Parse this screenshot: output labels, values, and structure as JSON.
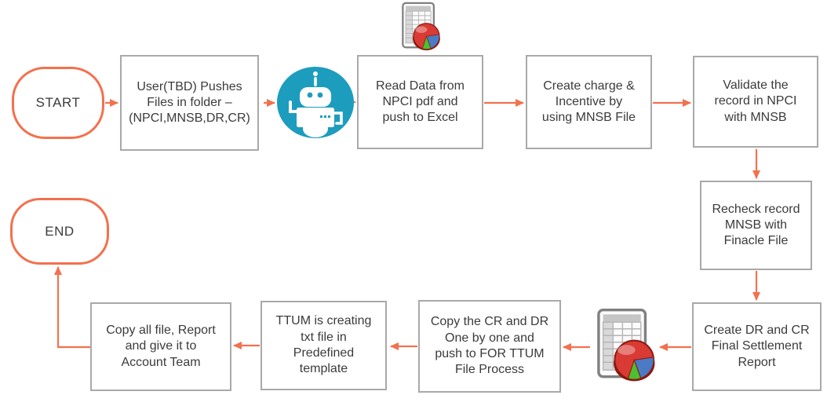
{
  "diagram": {
    "type": "flowchart",
    "terminals": {
      "start": "START",
      "end": "END"
    },
    "steps": [
      {
        "id": "push-files",
        "label": "User(TBD) Pushes\nFiles in folder –\n(NPCI,MNSB,DR,CR)"
      },
      {
        "id": "read-data",
        "label": "Read Data from\nNPCI pdf and\npush to Excel"
      },
      {
        "id": "create-charge",
        "label": "Create charge &\nIncentive by\nusing MNSB File"
      },
      {
        "id": "validate-record",
        "label": "Validate the\nrecord in NPCI\nwith MNSB"
      },
      {
        "id": "recheck-record",
        "label": "Recheck record\nMNSB  with\nFinacle File"
      },
      {
        "id": "create-report",
        "label": "Create DR and CR\nFinal Settlement\nReport"
      },
      {
        "id": "copy-cr-dr",
        "label": "Copy the CR and DR\nOne by one and\npush to FOR TTUM\nFile Process"
      },
      {
        "id": "ttum-txt",
        "label": "TTUM is creating\ntxt file in\nPredefined\ntemplate"
      },
      {
        "id": "copy-all-files",
        "label": "Copy all file, Report\nand give it to\nAccount Team"
      }
    ],
    "edges": [
      {
        "from": "START",
        "to": "push-files"
      },
      {
        "from": "push-files",
        "to": "robot-automation-icon"
      },
      {
        "from": "robot-automation-icon",
        "to": "read-data"
      },
      {
        "from": "read-data",
        "to": "create-charge"
      },
      {
        "from": "create-charge",
        "to": "validate-record"
      },
      {
        "from": "validate-record",
        "to": "recheck-record"
      },
      {
        "from": "recheck-record",
        "to": "create-report"
      },
      {
        "from": "create-report",
        "to": "spreadsheet-pie-report-icon"
      },
      {
        "from": "spreadsheet-pie-report-icon",
        "to": "copy-cr-dr"
      },
      {
        "from": "copy-cr-dr",
        "to": "ttum-txt"
      },
      {
        "from": "ttum-txt",
        "to": "copy-all-files"
      },
      {
        "from": "copy-all-files",
        "to": "END"
      }
    ],
    "icons": {
      "robot": "robot-automation-icon",
      "report_top": "spreadsheet-pie-report-icon",
      "report_bottom": "spreadsheet-pie-report-icon"
    },
    "colors": {
      "connector": "#f3714e",
      "terminal_border": "#f3714e",
      "box_border": "#a9a9a9",
      "text": "#3b3b3b",
      "robot_badge": "#1d9dbe",
      "pie_red": "#d93a33",
      "pie_blue": "#4a7bc4",
      "pie_green": "#4cbf2f"
    }
  }
}
